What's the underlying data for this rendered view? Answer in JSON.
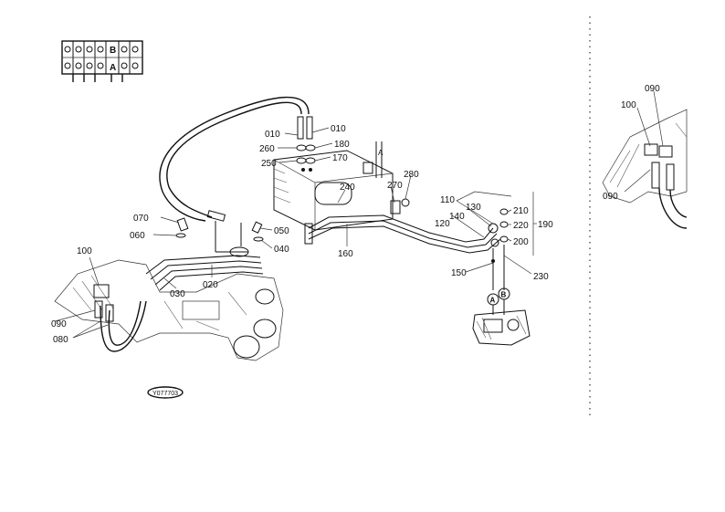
{
  "callouts": {
    "c010a": "010",
    "c010b": "010",
    "c260": "260",
    "c180": "180",
    "c250": "250",
    "c170": "170",
    "c280": "280",
    "c240": "240",
    "c270": "270",
    "c110": "110",
    "c130": "130",
    "c140": "140",
    "c120": "120",
    "c210": "210",
    "c220": "220",
    "c190": "190",
    "c200": "200",
    "c150": "150",
    "c230": "230",
    "c160": "160",
    "c070": "070",
    "c060": "060",
    "c050": "050",
    "c040": "040",
    "c020": "020",
    "c030": "030",
    "c100": "100",
    "c090": "090",
    "c080": "080",
    "c100r": "100",
    "c090r": "090",
    "c090r2": "090"
  },
  "valve_marks": {
    "b": "B",
    "a": "A"
  },
  "connector_marks": {
    "a": "A",
    "b": "B"
  },
  "top_mark": "A",
  "ref_code": "Y077703"
}
